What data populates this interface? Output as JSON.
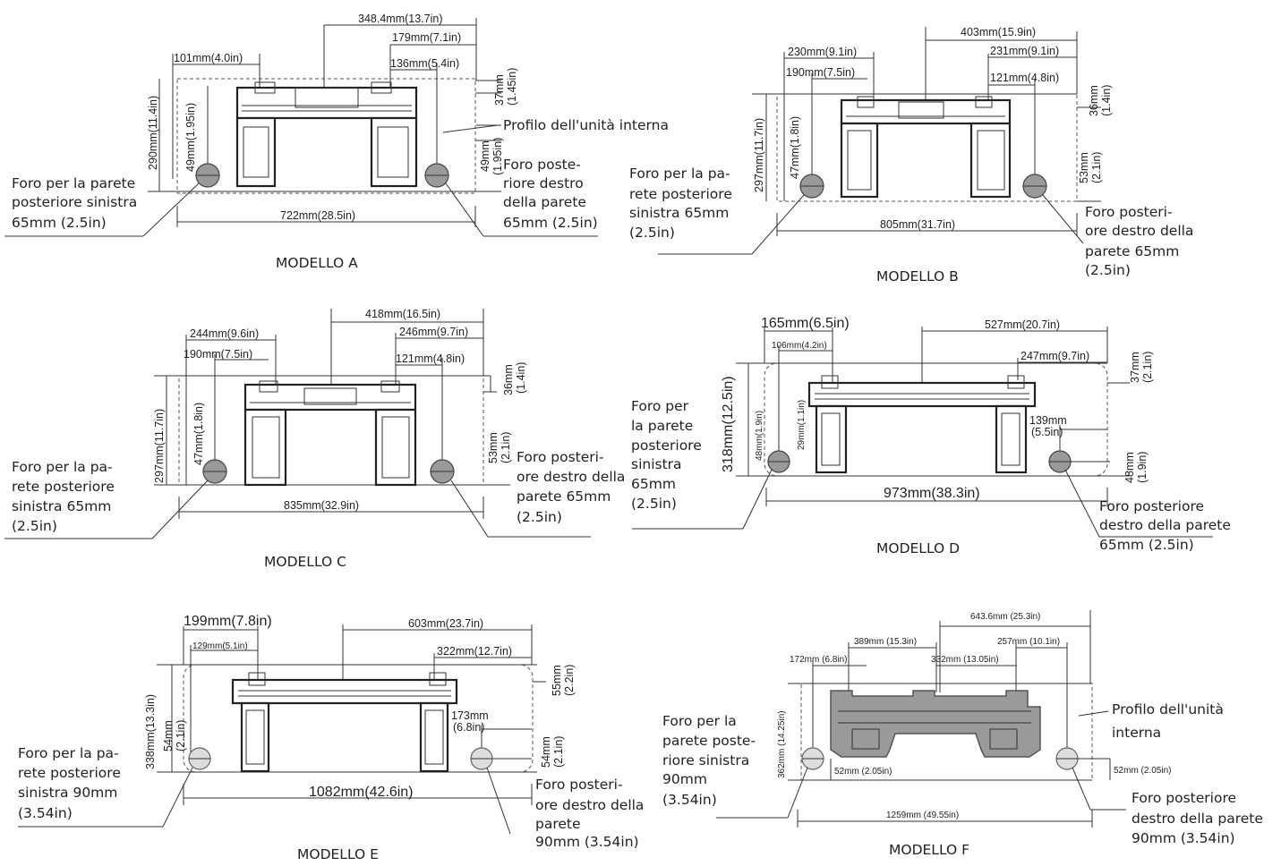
{
  "models": {
    "a": {
      "name": "MODELLO A",
      "dims": [
        "348.4mm(13.7in)",
        "179mm(7.1in)",
        "101mm(4.0in)",
        "136mm(5.4in)",
        "37mm",
        "(1.45in)",
        "290mm(11.4in)",
        "49mm(1.95in)",
        "49mm",
        "(1.95in)",
        "722mm(28.5in)"
      ],
      "profile_label": "Profilo dell'unità interna",
      "left_hole": [
        "Foro per la parete",
        "posteriore sinistra",
        "65mm (2.5in)"
      ],
      "right_hole": [
        "Foro poste-",
        "riore destro",
        "della parete",
        "65mm (2.5in)"
      ]
    },
    "b": {
      "name": "MODELLO B",
      "dims": [
        "403mm(15.9in)",
        "230mm(9.1in)",
        "231mm(9.1in)",
        "190mm(7.5in)",
        "121mm(4.8in)",
        "36mm",
        "(1.4in)",
        "297mm(11.7in)",
        "47mm(1.8in)",
        "53mm",
        "(2.1in)",
        "805mm(31.7in)"
      ],
      "left_hole": [
        "Foro per la pa-",
        "rete posteriore",
        "sinistra 65mm",
        "(2.5in)"
      ],
      "right_hole": [
        "Foro posteri-",
        "ore destro della",
        "parete 65mm",
        "(2.5in)"
      ]
    },
    "c": {
      "name": "MODELLO C",
      "dims": [
        "418mm(16.5in)",
        "244mm(9.6in)",
        "246mm(9.7in)",
        "190mm(7.5in)",
        "121mm(4.8in)",
        "36mm",
        "(1.4in)",
        "297mm(11.7in)",
        "47mm(1.8in)",
        "53mm",
        "(2.1in)",
        "835mm(32.9in)"
      ],
      "left_hole": [
        "Foro per la pa-",
        "rete posteriore",
        "sinistra 65mm",
        "(2.5in)"
      ],
      "right_hole": [
        "Foro posteri-",
        "ore destro della",
        "parete 65mm",
        "(2.5in)"
      ]
    },
    "d": {
      "name": "MODELLO D",
      "dims": [
        "165mm(6.5in)",
        "527mm(20.7in)",
        "106mm(4.2in)",
        "247mm(9.7in)",
        "37mm",
        "(2.1in)",
        "318mm(12.5in)",
        "48mm(1.9in)",
        "29mm(1.1in)",
        "139mm",
        "(5.5in)",
        "48mm",
        "(1.9in)",
        "973mm(38.3in)"
      ],
      "left_hole": [
        "Foro per",
        "la parete",
        "posteriore",
        "sinistra",
        "65mm",
        "(2.5in)"
      ],
      "right_hole": [
        "Foro posteriore",
        "destro della parete",
        "65mm (2.5in)"
      ]
    },
    "e": {
      "name": "MODELLO E",
      "dims": [
        "199mm(7.8in)",
        "603mm(23.7in)",
        "129mm(5.1in)",
        "322mm(12.7in)",
        "55mm",
        "(2.2in)",
        "338mm(13.3in)",
        "54mm",
        "(2.1in)",
        "173mm",
        "(6.8in)",
        "54mm",
        "(2.1in)",
        "1082mm(42.6in)"
      ],
      "left_hole": [
        "Foro per la pa-",
        "rete posteriore",
        "sinistra 90mm",
        "(3.54in)"
      ],
      "right_hole": [
        "Foro posteri-",
        "ore destro della",
        "parete",
        "90mm (3.54in)"
      ]
    },
    "f": {
      "name": "MODELLO F",
      "dims": [
        "643.6mm (25.3in)",
        "389mm (15.3in)",
        "257mm (10.1in)",
        "172mm (6.8in)",
        "332mm (13.05in)",
        "362mm (14.25in)",
        "52mm (2.05in)",
        "52mm (2.05in)",
        "1259mm (49.55in)"
      ],
      "profile_label": [
        "Profilo dell'unità",
        "interna"
      ],
      "left_hole": [
        "Foro per la",
        "parete poste-",
        "riore sinistra",
        "90mm",
        "(3.54in)"
      ],
      "right_hole": [
        "Foro posteriore",
        "destro della parete",
        "90mm (3.54in)"
      ]
    }
  }
}
